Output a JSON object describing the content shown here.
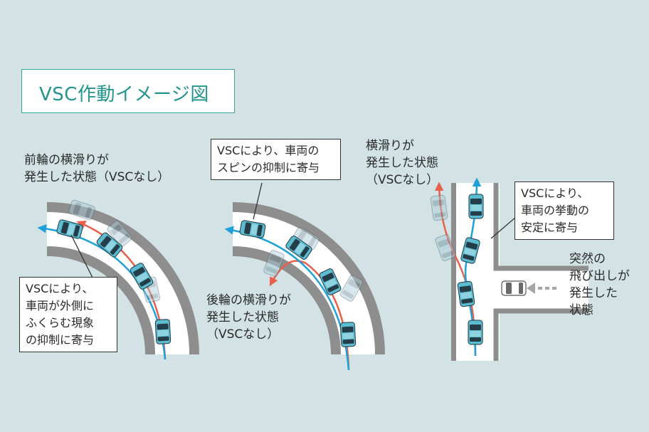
{
  "title": "VSC作動イメージ図",
  "colors": {
    "background": "#d3e3e5",
    "accent": "#22958c",
    "path_blue": "#1ea0d8",
    "path_red": "#e8604c",
    "car": "#5cbcd0",
    "road_edge": "#8e8e8e"
  },
  "panel_left": {
    "skid_label": [
      "前輪の横滑りが",
      "発生した状態（VSCなし）"
    ],
    "callout": [
      "VSCにより、",
      "車両が外側に",
      "ふくらむ現象",
      "の抑制に寄与"
    ]
  },
  "panel_middle": {
    "callout": [
      "VSCにより、車両の",
      "スピンの抑制に寄与"
    ],
    "skid_label": [
      "後輪の横滑りが",
      "発生した状態",
      "（VSCなし）"
    ]
  },
  "panel_right": {
    "skid_label": [
      "横滑りが",
      "発生した状態",
      "（VSCなし）"
    ],
    "callout": [
      "VSCにより、",
      "車両の挙動の",
      "安定に寄与"
    ],
    "event_label": [
      "突然の",
      "飛び出しが",
      "発生した",
      "状態"
    ]
  }
}
